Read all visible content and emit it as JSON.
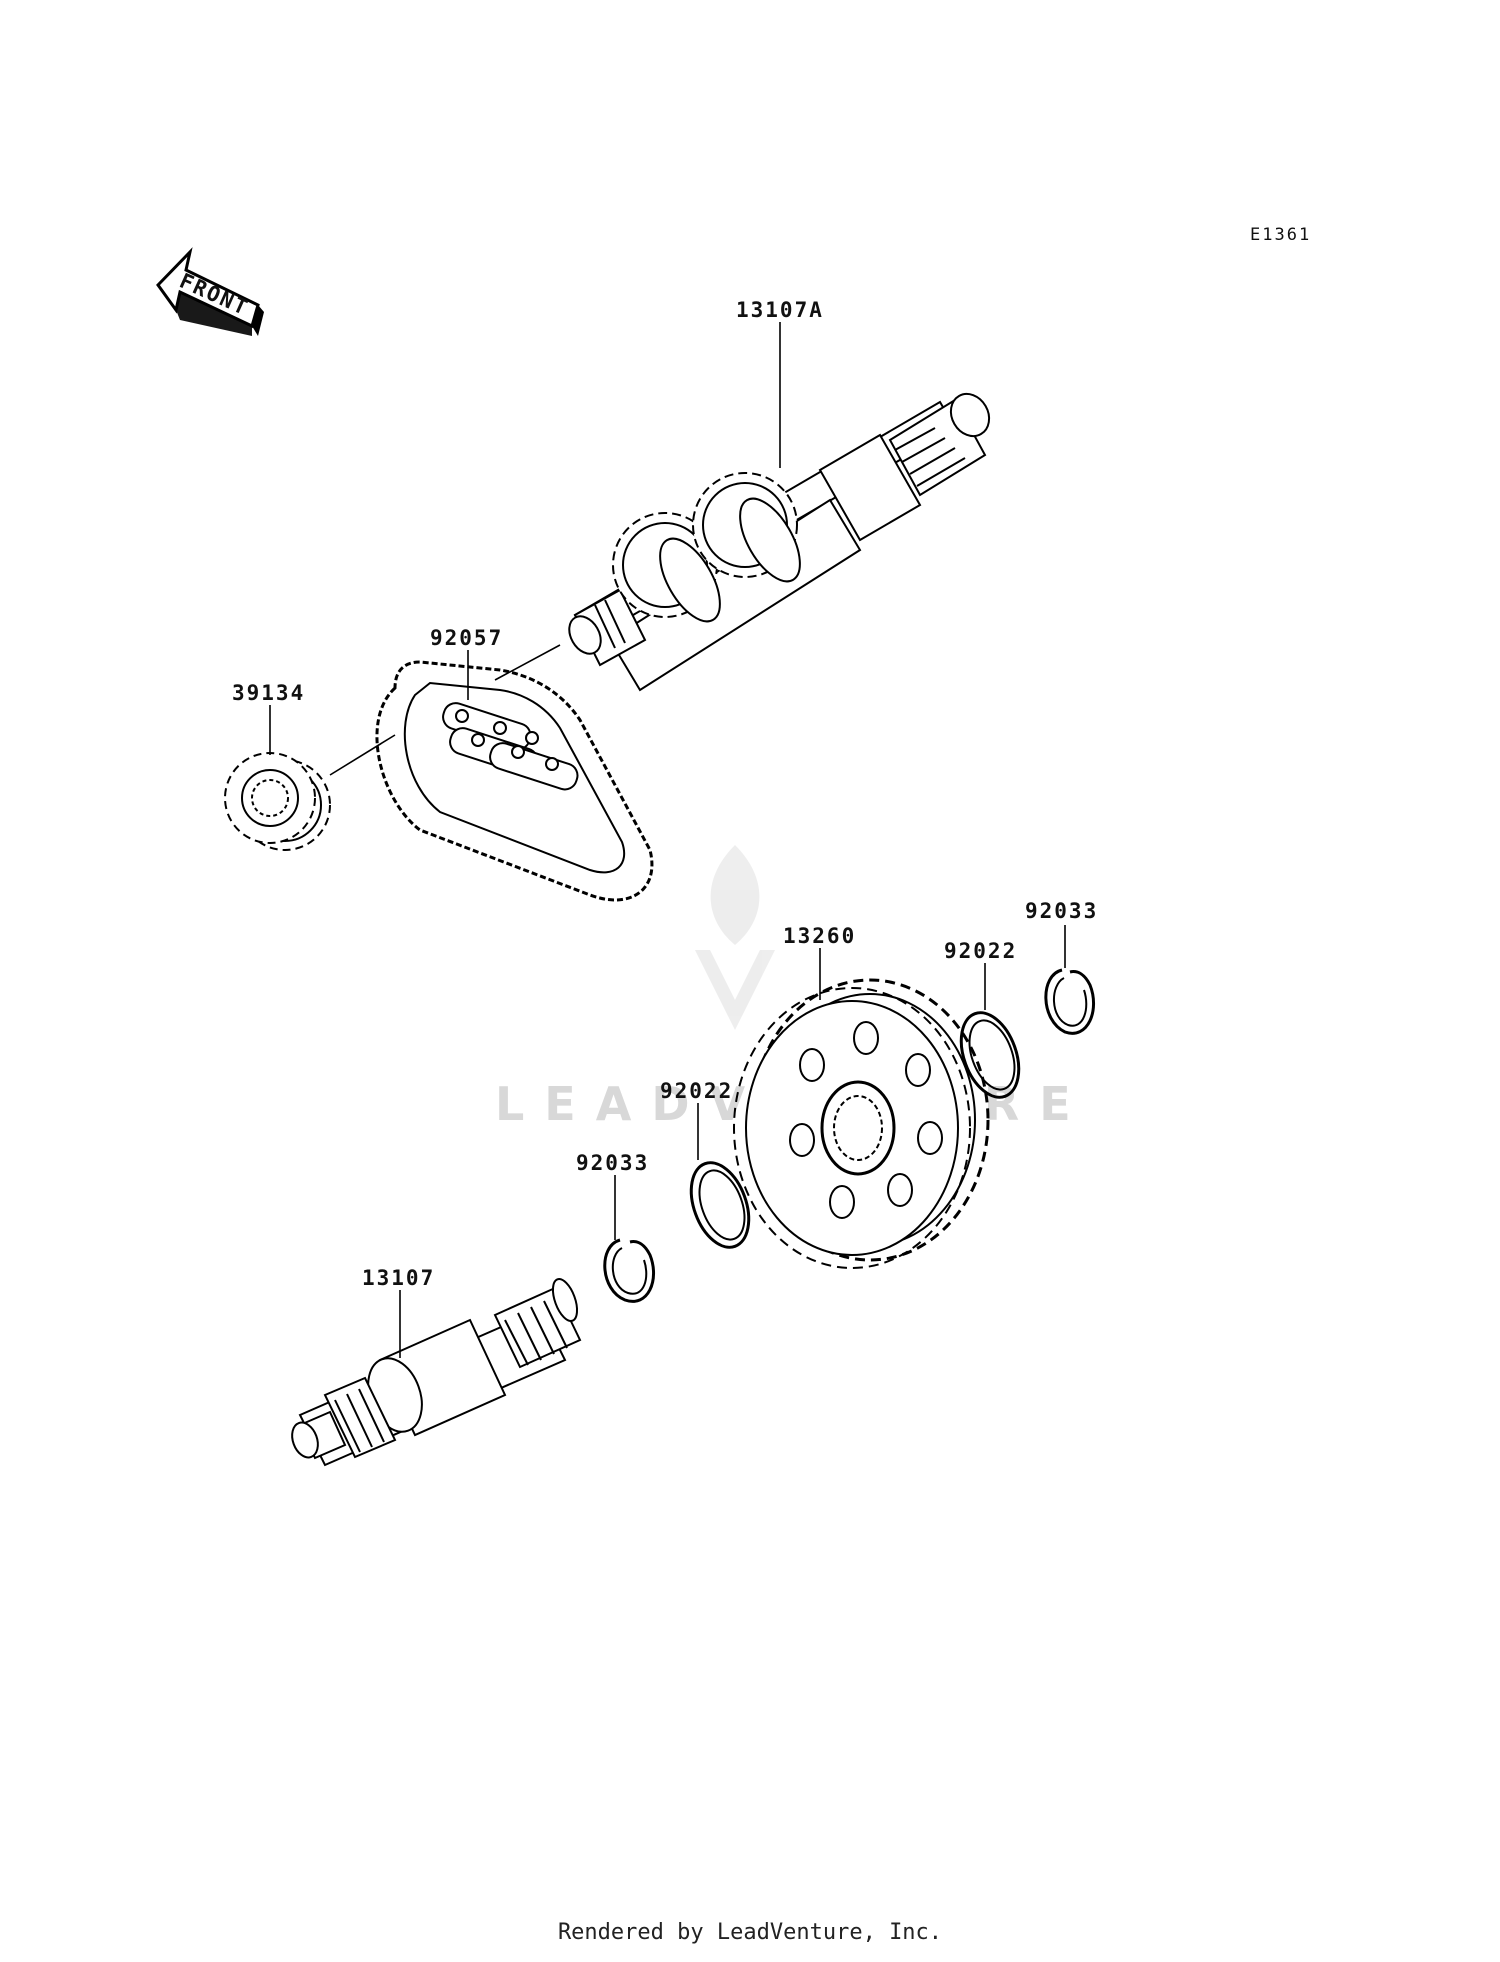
{
  "diagram": {
    "code": "E1361",
    "front_label": "FRONT",
    "watermark": "LEADVENTURE",
    "parts": [
      {
        "id": "13107A",
        "label": "13107A"
      },
      {
        "id": "92057",
        "label": "92057"
      },
      {
        "id": "39134",
        "label": "39134"
      },
      {
        "id": "13260",
        "label": "13260"
      },
      {
        "id": "92022a",
        "label": "92022"
      },
      {
        "id": "92033a",
        "label": "92033"
      },
      {
        "id": "92022b",
        "label": "92022"
      },
      {
        "id": "92033b",
        "label": "92033"
      },
      {
        "id": "13107",
        "label": "13107"
      }
    ]
  },
  "footer": {
    "text": "Rendered by LeadVenture, Inc."
  }
}
